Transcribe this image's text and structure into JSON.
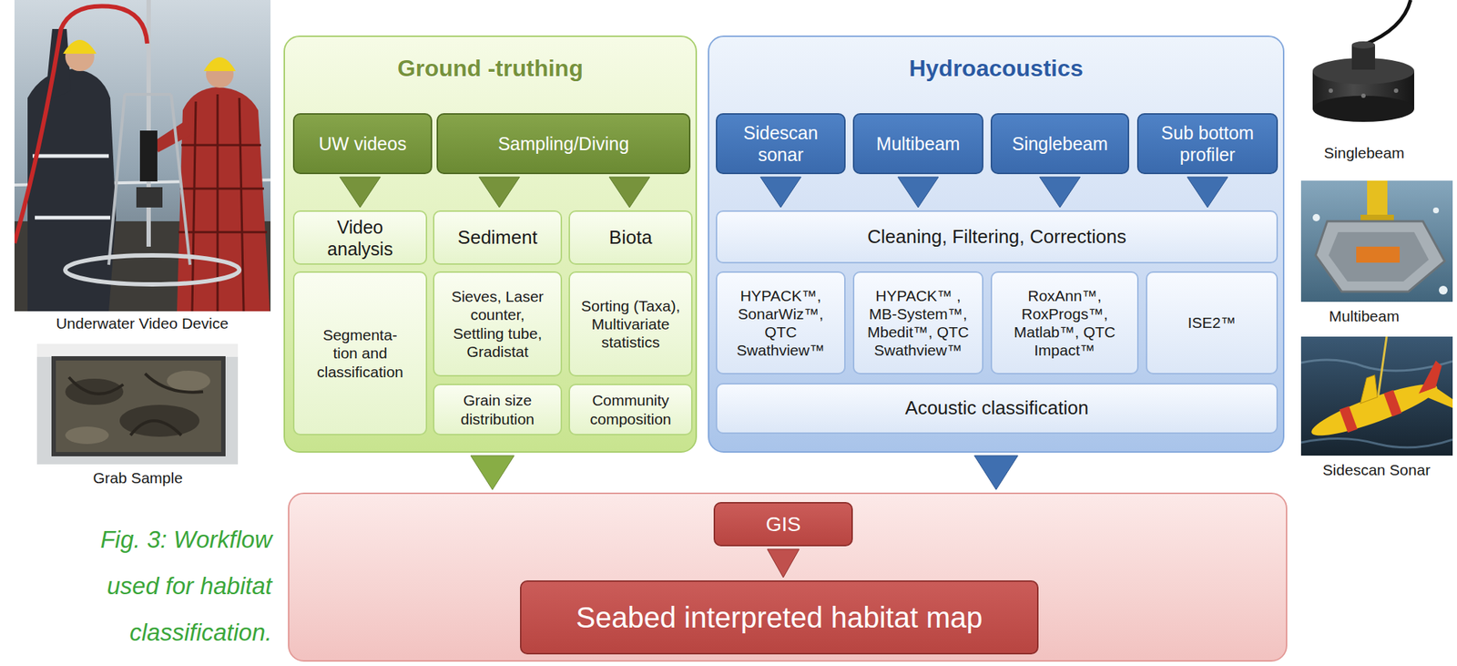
{
  "diagram": {
    "caption": "Fig. 3: Workflow used for habitat classification.",
    "nodes": [
      {
        "text": [
          "Ground -truthing"
        ]
      },
      {
        "text": [
          "UW videos"
        ],
        "in": 0
      },
      {
        "text": [
          "Sampling/Diving"
        ],
        "in": 0
      },
      {
        "text": [
          "Video analysis"
        ],
        "in": 0
      },
      {
        "text": [
          "Sediment"
        ],
        "in": 0
      },
      {
        "text": [
          "Biota"
        ],
        "in": 0
      },
      {
        "text": [
          "Segmenta- tion and classification"
        ],
        "in": 0
      },
      {
        "text": [
          "Sieves, Laser counter, Settling tube, Gradistat"
        ],
        "in": 0
      },
      {
        "text": [
          "Sorting (Taxa), Multivariate statistics"
        ],
        "in": 0
      },
      {
        "text": [
          "Grain size distribution"
        ],
        "in": 0
      },
      {
        "text": [
          "Community composition"
        ],
        "in": 0
      },
      {
        "text": [
          "Hydroacoustics"
        ]
      },
      {
        "text": [
          "Sidescan sonar"
        ],
        "in": 11
      },
      {
        "text": [
          "Multibeam"
        ],
        "in": 11
      },
      {
        "text": [
          "Singlebeam"
        ],
        "in": 11
      },
      {
        "text": [
          "Sub bottom profiler"
        ],
        "in": 11
      },
      {
        "text": [
          "Cleaning, Filtering, Corrections"
        ],
        "in": 11
      },
      {
        "text": [
          "HYPACK™, SonarWiz™, QTC Swathview™"
        ],
        "in": 11
      },
      {
        "text": [
          "HYPACK™ , MB-System™, Mbedit™, QTC Swathview™"
        ],
        "in": 11
      },
      {
        "text": [
          "RoxAnn™, RoxProgs™, Matlab™, QTC Impact™"
        ],
        "in": 11
      },
      {
        "text": [
          "ISE2™"
        ],
        "in": 11
      },
      {
        "text": [
          "Acoustic classification"
        ],
        "in": 11
      },
      {
        "text": []
      },
      {
        "text": [
          "GIS"
        ],
        "in": 22
      },
      {
        "text": [
          "Seabed interpreted habitat map"
        ],
        "in": 22
      }
    ],
    "edges": [
      {
        "from": 1,
        "to": 3,
        "arrow": "to"
      },
      {
        "from": 2,
        "to": 4,
        "arrow": "to"
      },
      {
        "from": 2,
        "to": 5,
        "arrow": "to"
      },
      {
        "from": 12,
        "to": 16,
        "arrow": "to"
      },
      {
        "from": 13,
        "to": 16,
        "arrow": "to"
      },
      {
        "from": 14,
        "to": 16,
        "arrow": "to"
      },
      {
        "from": 15,
        "to": 16,
        "arrow": "to"
      },
      {
        "from": 0,
        "to": 22,
        "arrow": "to"
      },
      {
        "from": 11,
        "to": 22,
        "arrow": "to"
      },
      {
        "from": 23,
        "to": 24,
        "arrow": "to"
      }
    ],
    "labels": [
      "Underwater Video Device",
      "Grab Sample",
      "Singlebeam",
      "Multibeam",
      "Sidescan Sonar"
    ]
  }
}
